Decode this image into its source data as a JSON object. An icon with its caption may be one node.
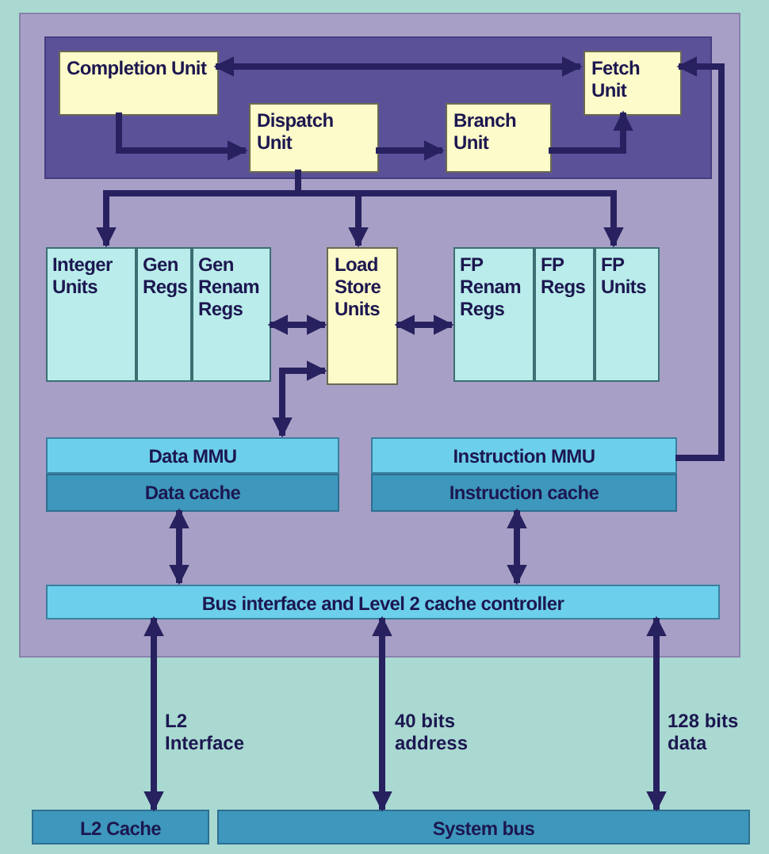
{
  "diagram": {
    "nodes": [
      {
        "text": [],
        "shape": "box"
      },
      {
        "text": [],
        "shape": "box",
        "in": 0
      },
      {
        "text": [
          "Completion Unit"
        ],
        "in": 1
      },
      {
        "text": [
          "Dispatch Unit"
        ],
        "in": 1
      },
      {
        "text": [
          "Branch Unit"
        ],
        "in": 1
      },
      {
        "text": [
          "Fetch Unit"
        ],
        "in": 1
      },
      {
        "text": [
          "Integer Units"
        ],
        "in": 0
      },
      {
        "text": [
          "Gen Regs"
        ],
        "in": 0
      },
      {
        "text": [
          "Gen Renam Regs"
        ],
        "in": 0
      },
      {
        "text": [
          "Load Store Units"
        ],
        "in": 0
      },
      {
        "text": [
          "FP Renam Regs"
        ],
        "in": 0
      },
      {
        "text": [
          "FP Regs"
        ],
        "in": 0
      },
      {
        "text": [
          "FP Units"
        ],
        "in": 0
      },
      {
        "text": [
          "Data MMU"
        ],
        "in": 0
      },
      {
        "text": [
          "Data cache"
        ],
        "in": 0
      },
      {
        "text": [
          "Instruction MMU"
        ],
        "in": 0
      },
      {
        "text": [
          "Instruction cache"
        ],
        "in": 0
      },
      {
        "text": [
          "Bus interface and Level 2 cache controller"
        ],
        "in": 0
      },
      {
        "text": [
          "L2 Cache"
        ]
      },
      {
        "text": [
          "System bus"
        ]
      }
    ],
    "edges": [
      {
        "from": 2,
        "to": 5,
        "arrow": "both"
      },
      {
        "from": 2,
        "to": 3,
        "arrow": "to"
      },
      {
        "from": 3,
        "to": 4,
        "arrow": "to"
      },
      {
        "from": 4,
        "to": 5,
        "arrow": "to"
      },
      {
        "from": 3,
        "to": 6,
        "arrow": "to"
      },
      {
        "from": 3,
        "to": 9,
        "arrow": "to"
      },
      {
        "from": 3,
        "to": 12,
        "arrow": "to"
      },
      {
        "from": 8,
        "to": 9,
        "arrow": "both"
      },
      {
        "from": 9,
        "to": 10,
        "arrow": "both"
      },
      {
        "from": 9,
        "to": 13,
        "arrow": "both"
      },
      {
        "from": 15,
        "to": 5,
        "arrow": "to"
      },
      {
        "from": 14,
        "to": 17,
        "arrow": "both"
      },
      {
        "from": 16,
        "to": 17,
        "arrow": "both"
      },
      {
        "from": 17,
        "to": 18,
        "arrow": "both",
        "label": "L2 Interface"
      },
      {
        "from": 17,
        "to": 19,
        "arrow": "both",
        "label": "40 bits address"
      },
      {
        "from": 17,
        "to": 19,
        "arrow": "both",
        "label": "128 bits data"
      }
    ]
  }
}
